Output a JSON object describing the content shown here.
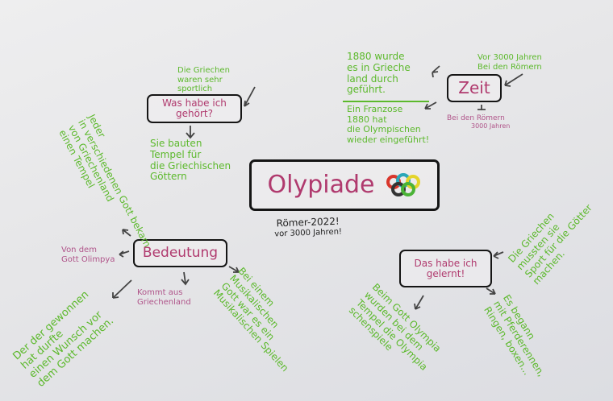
{
  "center": {
    "title": "Olypiade",
    "subtitle_line1": "Römer-2022!",
    "subtitle_line2": "vor 3000 Jahren!"
  },
  "colors": {
    "pink": "#b03a6e",
    "green": "#5cb92c",
    "ink": "#151515"
  },
  "branches": {
    "heard": {
      "title": "Was habe ich gehört?",
      "notes": [
        [
          "Die Griechen",
          "waren sehr",
          "sportlich"
        ],
        [
          "Sie bauten",
          "Tempel für",
          "die Griechischen",
          "Göttern"
        ]
      ]
    },
    "time": {
      "title": "Zeit",
      "notes": [
        [
          "Vor 3000 Jahren",
          "Bei den Römern"
        ],
        [
          "Bei den Römern",
          "3000 Jahren"
        ],
        [
          "1880 wurde",
          "es in Grieche",
          "land durch",
          "geführt."
        ],
        [
          "Ein Franzose",
          "1880 hat",
          "die Olympischen",
          "wieder eingeführt!"
        ]
      ]
    },
    "meaning": {
      "title": "Bedeutung",
      "notes": [
        [
          "Von dem",
          "Gott Olimpya"
        ],
        [
          "Kommt aus",
          "Griechenland"
        ],
        [
          "Der der gewonnen",
          "hat durfte",
          "einen Wunsch vor",
          "dem Gott machen."
        ],
        [
          "Bei einem",
          "Musikalischen",
          "Gott war es ein",
          "Musikalischen Spielen"
        ],
        [
          "Jeder",
          "in verschiedenen Gott bekam",
          "von Griechenland",
          "einen Tempel"
        ]
      ]
    },
    "learned": {
      "title": "Das habe ich gelernt!",
      "notes": [
        [
          "Die Griechen",
          "mussten sie",
          "Sport für die Götter",
          "machen."
        ],
        [
          "Es begann",
          "mit Pferderennen,",
          "Ringen, boxen..."
        ],
        [
          "Beim Gott Olympia",
          "wurden bei dem",
          "Tempel die Olympia",
          "schenspiele"
        ]
      ]
    }
  }
}
